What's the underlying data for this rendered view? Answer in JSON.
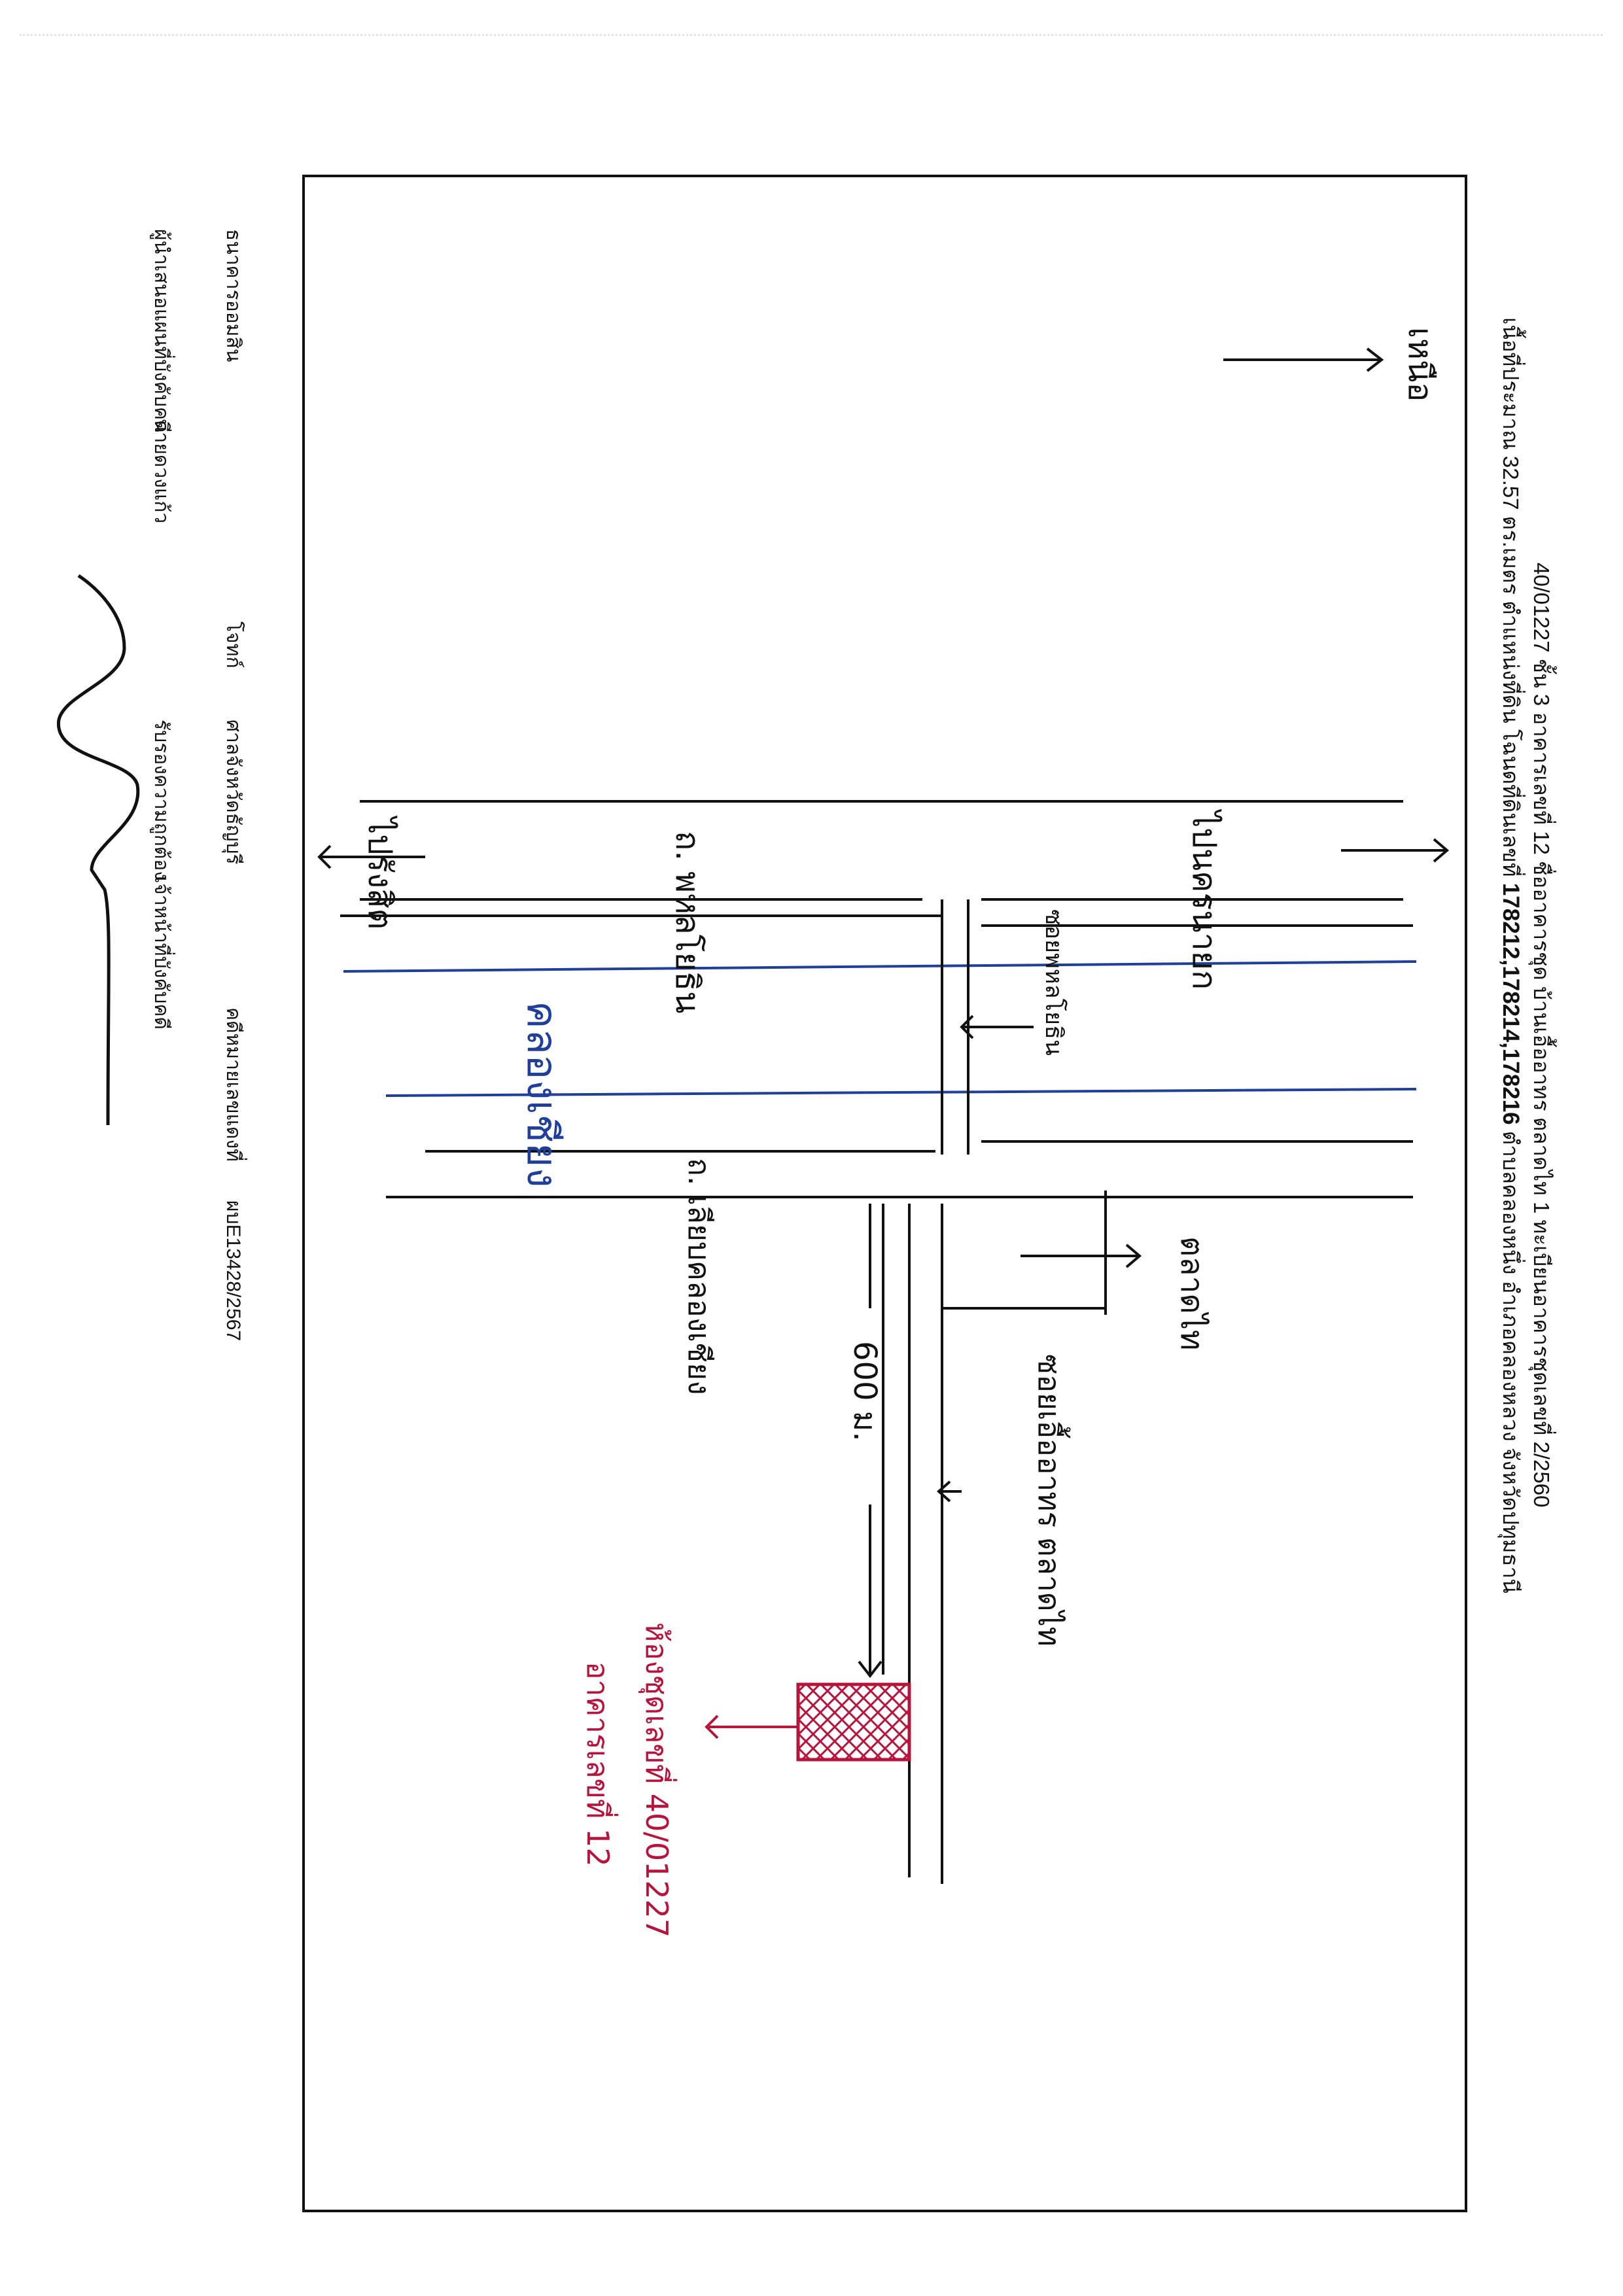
{
  "header": {
    "line1": "40/01227 ชั้น 3 อาคารเลขที่ 12 ชื่ออาคารชุด บ้านเอื้ออาทร ตลาดไท 1 ทะเบียนอาคารชุดเลขที่ 2/2560",
    "line2_prefix": "เนื้อที่ประมาณ 32.57 ตร.เมตร ตำแหน่งที่ดิน โฉนดที่ดินเลขที่",
    "line2_deeds": "178212,178214,178216",
    "line2_suffix": "ตำบลคลองหนึ่ง อำเภอคลองหลวง จังหวัดปทุมธานี"
  },
  "north_label": "เหนือ",
  "map_labels": {
    "to_rangsit": "ไปรังสิต",
    "main_road": "ถ. พหลโยธิน",
    "to_nakhon_nayok": "ไปนครนายก",
    "canal": "คลองเชียง",
    "side_road_turn": "ซอยพหลโยธิน",
    "canal_road": "ถ. เลียบคลองเชียง",
    "market": "ตลาดไท",
    "distance": "600 ม.",
    "soi_housing": "ซอยเอื้ออาทร ตลาดไท",
    "unit_line1": "ห้องชุดเลขที่ 40/01227",
    "unit_line2": "อาคารเลขที่ 12"
  },
  "footer": {
    "prepared_by": "ผู้นำเสนอแผนที่บังคับคดี",
    "prepared_role": "นายดวงแก้ว",
    "certified": "รับรองความถูกต้อง",
    "officer": "เจ้าหน้าที่บังคับคดี",
    "lender": "ธนาคารออมสิน",
    "plaintiff": "โจทก์",
    "court": "ศาลจังหวัดธัญบุรี",
    "case_label": "คดีหมายเลขแดงที่",
    "case_number": "ผบE13428/2567"
  },
  "colors": {
    "ink": "#111111",
    "canal_blue": "#1f3f9a",
    "unit_red": "#b8133a"
  }
}
